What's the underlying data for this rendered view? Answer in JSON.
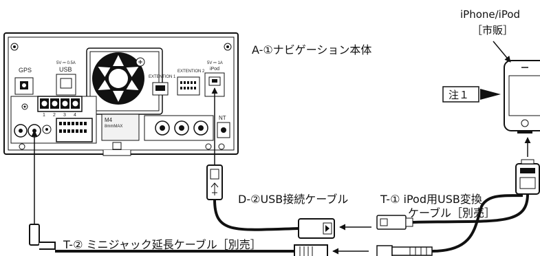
{
  "labels": {
    "head_unit": "A-①ナビゲーション本体",
    "iphone_line1": "iPhone/iPod",
    "iphone_line2": "［市販］",
    "note": "注１",
    "usb_cable": "D-②USB接続ケーブル",
    "ipod_cable_line1": "T-① iPod用USB変換",
    "ipod_cable_line2": "ケーブル［別売］",
    "mini_jack": "T-② ミニジャック延長ケーブル［別売］"
  },
  "unit_marks": {
    "gps": "GPS",
    "usb_rating": "5V ⎓ 0.5A",
    "usb": "USB",
    "ext1": "EXTENTION 1",
    "ext2": "EXTENTION 2",
    "ipod_rating": "5V ⎓ 1A",
    "ipod": "iPod",
    "terminal_numbers": [
      "1",
      "2",
      "3",
      "4"
    ],
    "fuse_type": "M4",
    "fuse_rating": "8mmMAX",
    "nt": "NT"
  },
  "colors": {
    "line": "#111111",
    "unit_body": "#ffffff",
    "panel": "#f2f2f2",
    "fan": "#111111"
  }
}
